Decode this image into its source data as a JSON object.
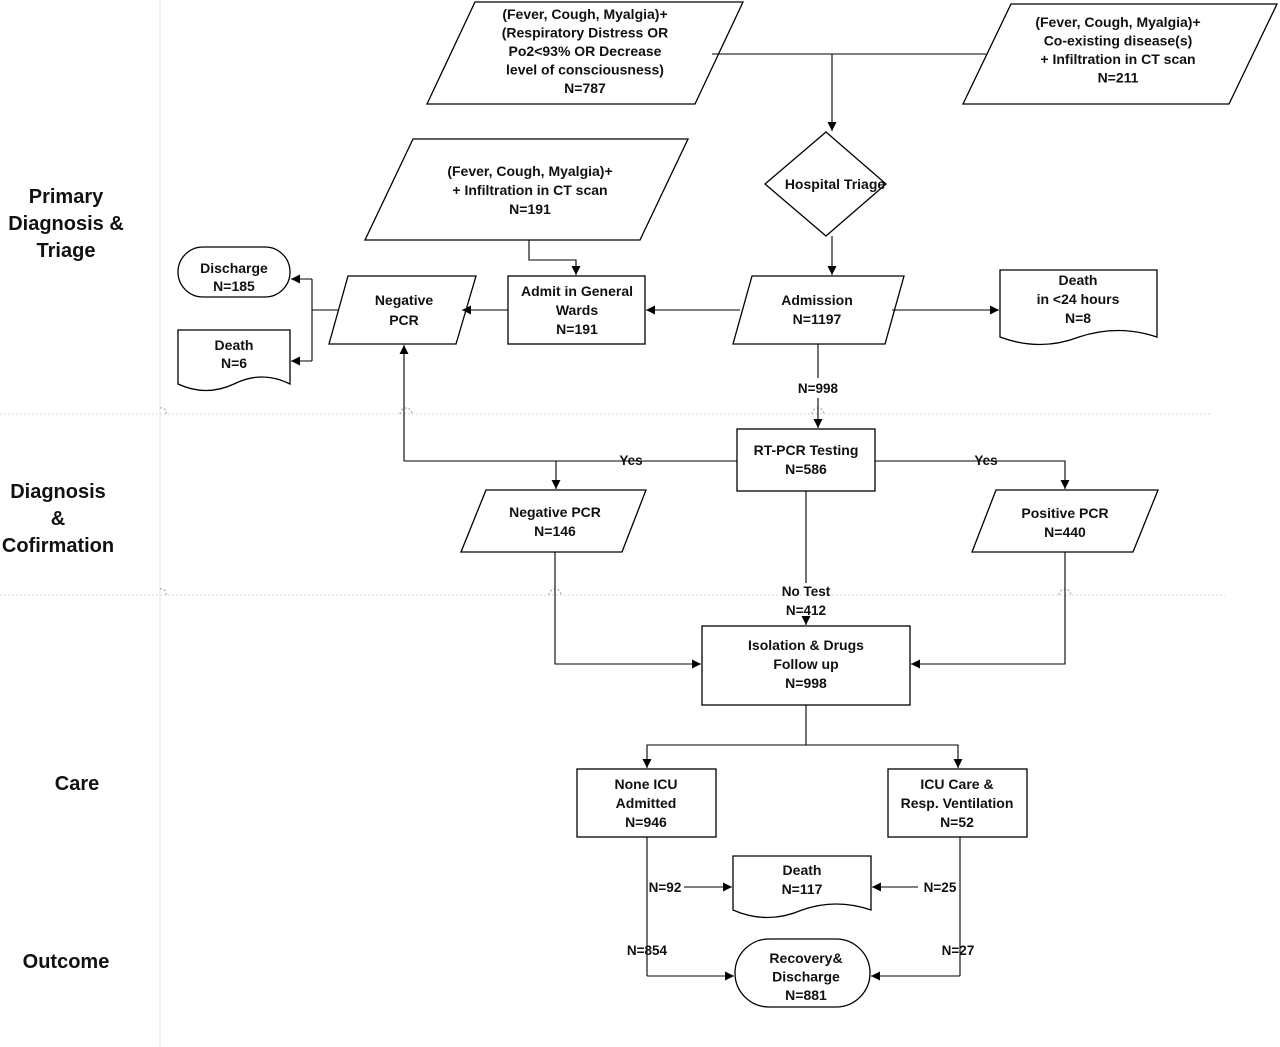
{
  "lanes": [
    {
      "id": "lane-primary",
      "lines": [
        "Primary",
        "Diagnosis &",
        "Triage"
      ]
    },
    {
      "id": "lane-diagnosis",
      "lines": [
        "Diagnosis",
        "&",
        "Cofirmation"
      ]
    },
    {
      "id": "lane-care",
      "lines": [
        "Care"
      ]
    },
    {
      "id": "lane-outcome",
      "lines": [
        "Outcome"
      ]
    }
  ],
  "nodes": [
    {
      "id": "input-resp-distress",
      "lines": [
        "(Fever, Cough, Myalgia)+",
        "(Respiratory Distress OR",
        "Po2<93% OR Decrease",
        "level of consciousness)",
        "N=787"
      ]
    },
    {
      "id": "input-coexisting",
      "lines": [
        "(Fever, Cough, Myalgia)+",
        "Co-existing disease(s)",
        "+ Infiltration in CT scan",
        "N=211"
      ]
    },
    {
      "id": "input-ct-infiltration",
      "lines": [
        "(Fever, Cough, Myalgia)+",
        "+ Infiltration in CT scan",
        "N=191"
      ]
    },
    {
      "id": "hospital-triage",
      "lines": [
        "Hospital Triage"
      ]
    },
    {
      "id": "discharge-early",
      "lines": [
        "Discharge",
        "N=185"
      ]
    },
    {
      "id": "death-early",
      "lines": [
        "Death",
        "N=6"
      ]
    },
    {
      "id": "negative-pcr-primary",
      "lines": [
        "Negative",
        "PCR"
      ]
    },
    {
      "id": "admit-general-wards",
      "lines": [
        "Admit in General",
        "Wards",
        "N=191"
      ]
    },
    {
      "id": "admission",
      "lines": [
        "Admission",
        "N=1197"
      ]
    },
    {
      "id": "death-24h",
      "lines": [
        "Death",
        "in <24 hours",
        "N=8"
      ]
    },
    {
      "id": "rt-pcr-testing",
      "lines": [
        "RT-PCR Testing",
        "N=586"
      ]
    },
    {
      "id": "negative-pcr",
      "lines": [
        "Negative PCR",
        "N=146"
      ]
    },
    {
      "id": "positive-pcr",
      "lines": [
        "Positive PCR",
        "N=440"
      ]
    },
    {
      "id": "isolation-drugs",
      "lines": [
        "Isolation & Drugs",
        "Follow up",
        "N=998"
      ]
    },
    {
      "id": "none-icu",
      "lines": [
        "None ICU",
        "Admitted",
        "N=946"
      ]
    },
    {
      "id": "icu-care",
      "lines": [
        "ICU Care &",
        "Resp. Ventilation",
        "N=52"
      ]
    },
    {
      "id": "death-final",
      "lines": [
        "Death",
        "N=117"
      ]
    },
    {
      "id": "recovery-discharge",
      "lines": [
        "Recovery&",
        "Discharge",
        "N=881"
      ]
    }
  ],
  "edges": [
    {
      "id": "edge-admission-rtpcr",
      "lines": [
        "N=998"
      ]
    },
    {
      "id": "edge-rtpcr-negative",
      "lines": [
        "Yes"
      ]
    },
    {
      "id": "edge-rtpcr-positive",
      "lines": [
        "Yes"
      ]
    },
    {
      "id": "edge-rtpcr-isolation",
      "lines": [
        "No Test",
        "N=412"
      ]
    },
    {
      "id": "edge-noneicu-death",
      "lines": [
        "N=92"
      ]
    },
    {
      "id": "edge-icu-death",
      "lines": [
        "N=25"
      ]
    },
    {
      "id": "edge-noneicu-recovery",
      "lines": [
        "N=854"
      ]
    },
    {
      "id": "edge-icu-recovery",
      "lines": [
        "N=27"
      ]
    }
  ]
}
